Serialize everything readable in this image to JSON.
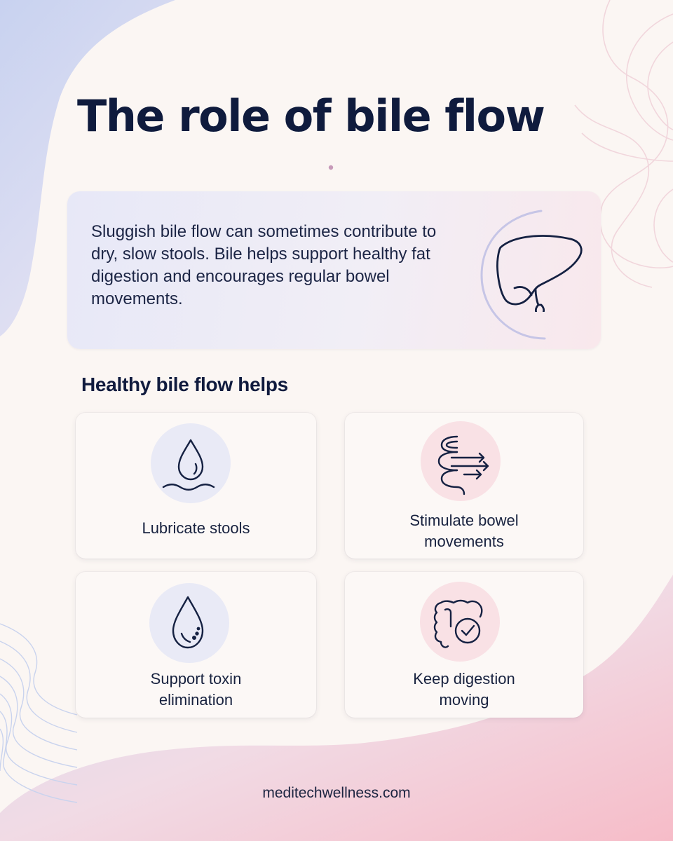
{
  "title": "The role of bile flow",
  "intro": {
    "text": "Sluggish bile flow can sometimes contribute to dry, slow stools. Bile helps support healthy fat digestion and encourages regular bowel movements."
  },
  "section_title": "Healthy bile flow helps",
  "benefits": [
    {
      "label": "Lubricate stools",
      "icon": "water-drop-wave-icon",
      "circle_color": "#e9eaf6"
    },
    {
      "label": "Stimulate bowel movements",
      "icon": "intestine-arrows-icon",
      "circle_color": "#f9e1e5"
    },
    {
      "label": "Support toxin elimination",
      "icon": "drop-dots-icon",
      "circle_color": "#e9eaf6"
    },
    {
      "label": "Keep digestion moving",
      "icon": "colon-check-icon",
      "circle_color": "#f9e1e5"
    }
  ],
  "footer": "meditechwellness.com",
  "colors": {
    "text_dark": "#0f1b3d",
    "accent_blue": "#6e86d6",
    "accent_pink": "#e9a7b7",
    "background": "#fbf6f3"
  }
}
